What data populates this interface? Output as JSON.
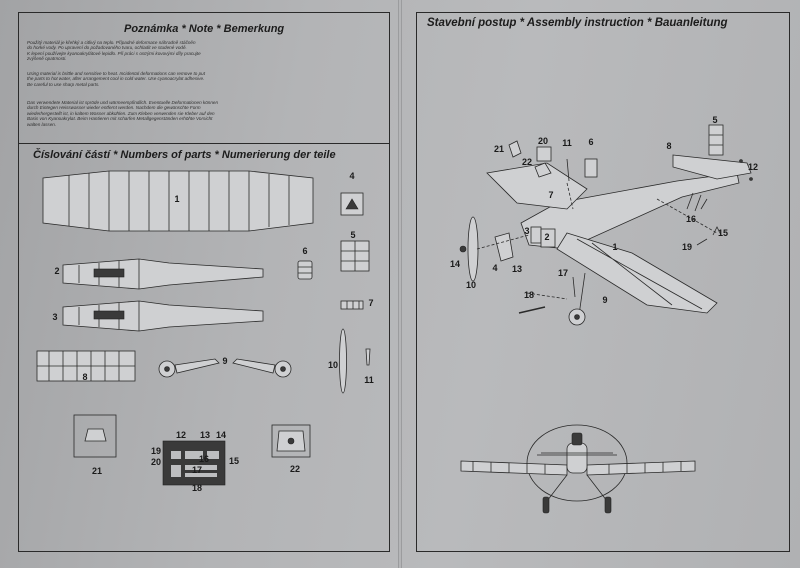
{
  "note": {
    "title": "Poznámka * Note * Bemerkung",
    "text_cz": "Použitý materiál je křehký a citlivý na teplo. Případné deformace náhradně stáčněn\ndo horké vody. Po upravení do požadovaného tvaru, ochladit ve studené vodě.\nK lepení používejte kyanoakrylátové lepidlo. Při práci s ostrými kovovými díly pracujte\nzvýšeně opatrnosti.",
    "text_en": "Using material is brittle and sensitive to heat. Incidental deformations can remove to put\nthe parts to hot water, after arrangement cool in cold water. Use cyanoacrylat adhesive.\nBe careful to use sharp metal parts.",
    "text_de": "Das verwendete Material ist spröde und wärmeempfindlich. Eventuelle Deformationen können\ndurch Eintegen Heisswasser wieder entfernt werden. Nachdem die gewünschte Form\nwiederhergestellt ist, in kaltem Wasser abkühlen. Zum Kleben verwenden sie Kleber auf den\nBasis von Kyanoakrylat. Beim Hantieren mit scharfen Metallgegenständen erhöhte Vorsicht\nwalten lassen."
  },
  "parts": {
    "title": "Číslování částí * Numbers of parts * Numerierung der teile",
    "labels": {
      "p1": "1",
      "p2": "2",
      "p3": "3",
      "p4": "4",
      "p5": "5",
      "p6": "6",
      "p7": "7",
      "p8": "8",
      "p9": "9",
      "p10": "10",
      "p11": "11",
      "p12": "12",
      "p13": "13",
      "p14": "14",
      "p15": "15",
      "p16": "16",
      "p17": "17",
      "p18": "18",
      "p19": "19",
      "p20": "20",
      "p21": "21",
      "p22": "22"
    }
  },
  "assembly": {
    "title": "Stavební postup * Assembly instruction * Bauanleitung",
    "labels": {
      "a1": "1",
      "a2": "2",
      "a3": "3",
      "a4": "4",
      "a5": "5",
      "a6": "6",
      "a7": "7",
      "a8": "8",
      "a9": "9",
      "a10": "10",
      "a11": "11",
      "a12": "12",
      "a13": "13",
      "a14": "14",
      "a15": "15",
      "a16": "16",
      "a17": "17",
      "a18": "18",
      "a19": "19",
      "a20": "20",
      "a21": "21",
      "a22": "22"
    }
  }
}
